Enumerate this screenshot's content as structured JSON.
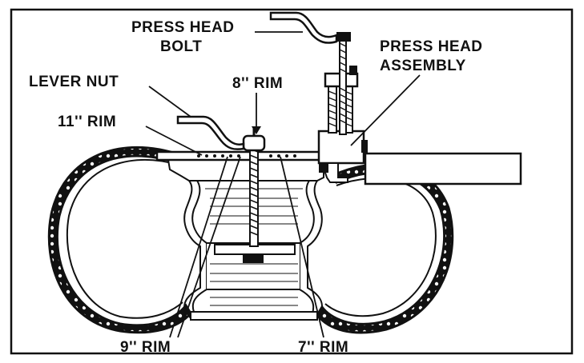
{
  "labels": {
    "press_head_bolt_line1": "PRESS HEAD",
    "press_head_bolt_line2": "BOLT",
    "press_head_assembly_line1": "PRESS HEAD",
    "press_head_assembly_line2": "ASSEMBLY",
    "lever_nut": "LEVER NUT",
    "rim_8": "8'' RIM",
    "rim_11": "11'' RIM",
    "rim_9": "9'' RIM",
    "rim_7": "7'' RIM"
  },
  "colors": {
    "ink": "#111111",
    "paper": "#ffffff"
  }
}
